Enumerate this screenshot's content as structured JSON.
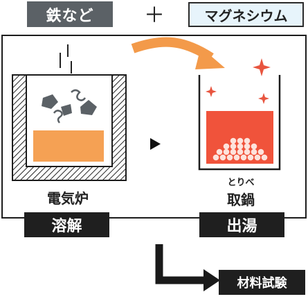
{
  "inputs": {
    "iron_label": "鉄など",
    "plus_symbol": "＋",
    "magnesium_label": "マグネシウム"
  },
  "furnace": {
    "name": "電気炉",
    "step": "溶解"
  },
  "ladle": {
    "name": "取鍋",
    "reading": "とりべ",
    "step": "出湯"
  },
  "final": {
    "label": "材料試験"
  },
  "colors": {
    "melt_orange": "#f5a154",
    "ladle_red": "#f0533b",
    "spark_red": "#e8553f",
    "arrow_orange": "#f39a4a",
    "scrap_gray": "#5b6166",
    "tag_gray": "#5b6166",
    "tag_light_blue": "#e7f4fb"
  }
}
